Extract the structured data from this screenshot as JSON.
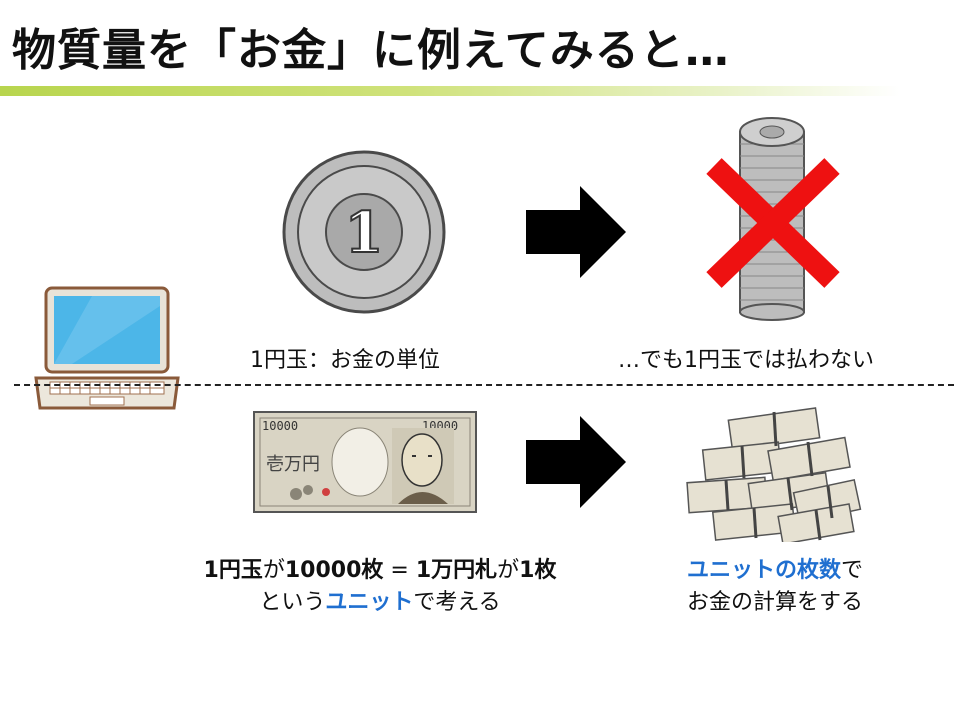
{
  "title": "物質量を「お金」に例えてみると…",
  "coin": {
    "numeral": "1"
  },
  "bill": {
    "denom_left": "10000",
    "denom_right": "10000",
    "text": "壱万円"
  },
  "labels": {
    "coin_unit": "1円玉：お金の単位",
    "not_pay": "…でも1円玉では払わない",
    "equivalence": {
      "p1": "1円玉",
      "p2": "が",
      "p3": "10000枚",
      "p4": " = ",
      "p5": "1万円札",
      "p6": "が",
      "p7": "1枚"
    },
    "unit_think": {
      "p1": "という",
      "p2": "ユニット",
      "p3": "で考える"
    },
    "count": {
      "p1": "ユニットの枚数",
      "p2": "で"
    },
    "calc": "お金の計算をする"
  },
  "colors": {
    "accent_green": "#b8d54e",
    "highlight_blue": "#1f6fd0",
    "cross_red": "#ee1111",
    "arrow": "#000000"
  },
  "icons": [
    "laptop-icon",
    "coin-icon",
    "arrow-right-icon",
    "coin-stack-icon",
    "cross-icon",
    "banknote-icon",
    "money-stack-icon"
  ]
}
